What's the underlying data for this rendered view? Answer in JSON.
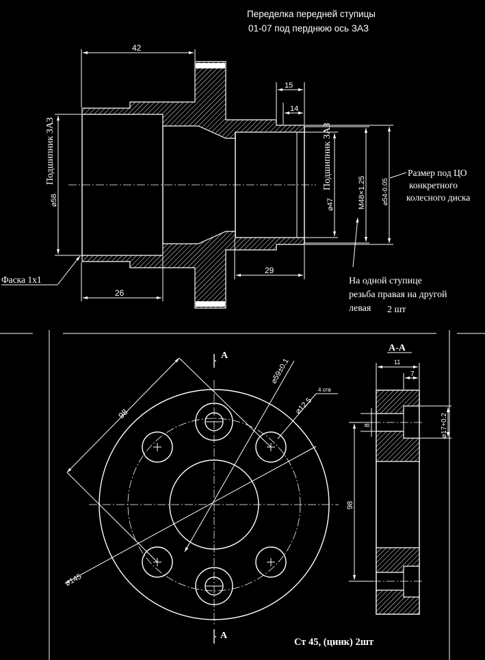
{
  "title": {
    "line1": "Переделка передней ступицы",
    "line2": "01-07 под перднюю ось ЗАЗ"
  },
  "top_view": {
    "dim_42": "42",
    "dim_15": "15",
    "dim_14": "14",
    "dim_26": "26",
    "dim_29": "29",
    "dim_d58": "⌀58",
    "dim_d47": "⌀47",
    "dim_m48": "М48×1.25",
    "dim_d54": "⌀54-0.05",
    "bearing_left": "Подшипник ЗАЗ",
    "bearing_right": "Подшипник ЗАЗ",
    "chamfer": "Фаска 1х1",
    "wheel_note": {
      "line1": "Размер под ЦО",
      "line2": "конкретного",
      "line3": "колесного диска"
    },
    "thread_note": {
      "line1": "На одной ступице",
      "line2": "резьба правая на другой",
      "line3": "левая",
      "qty": "2 шт"
    }
  },
  "flange_view": {
    "dim_98": "98",
    "dim_d145": "⌀145",
    "dim_d59": "⌀59±0.1",
    "dim_d12": "⌀12.5",
    "holes_note": "4 отв",
    "section_mark_top": "А",
    "section_mark_bottom": "А"
  },
  "section_view": {
    "title": "А-А",
    "dim_11": "11",
    "dim_7": "7",
    "dim_8": "8",
    "dim_d17": "⌀17+0.2",
    "dim_98": "98"
  },
  "material": "Ст 45, (цинк)  2шт"
}
